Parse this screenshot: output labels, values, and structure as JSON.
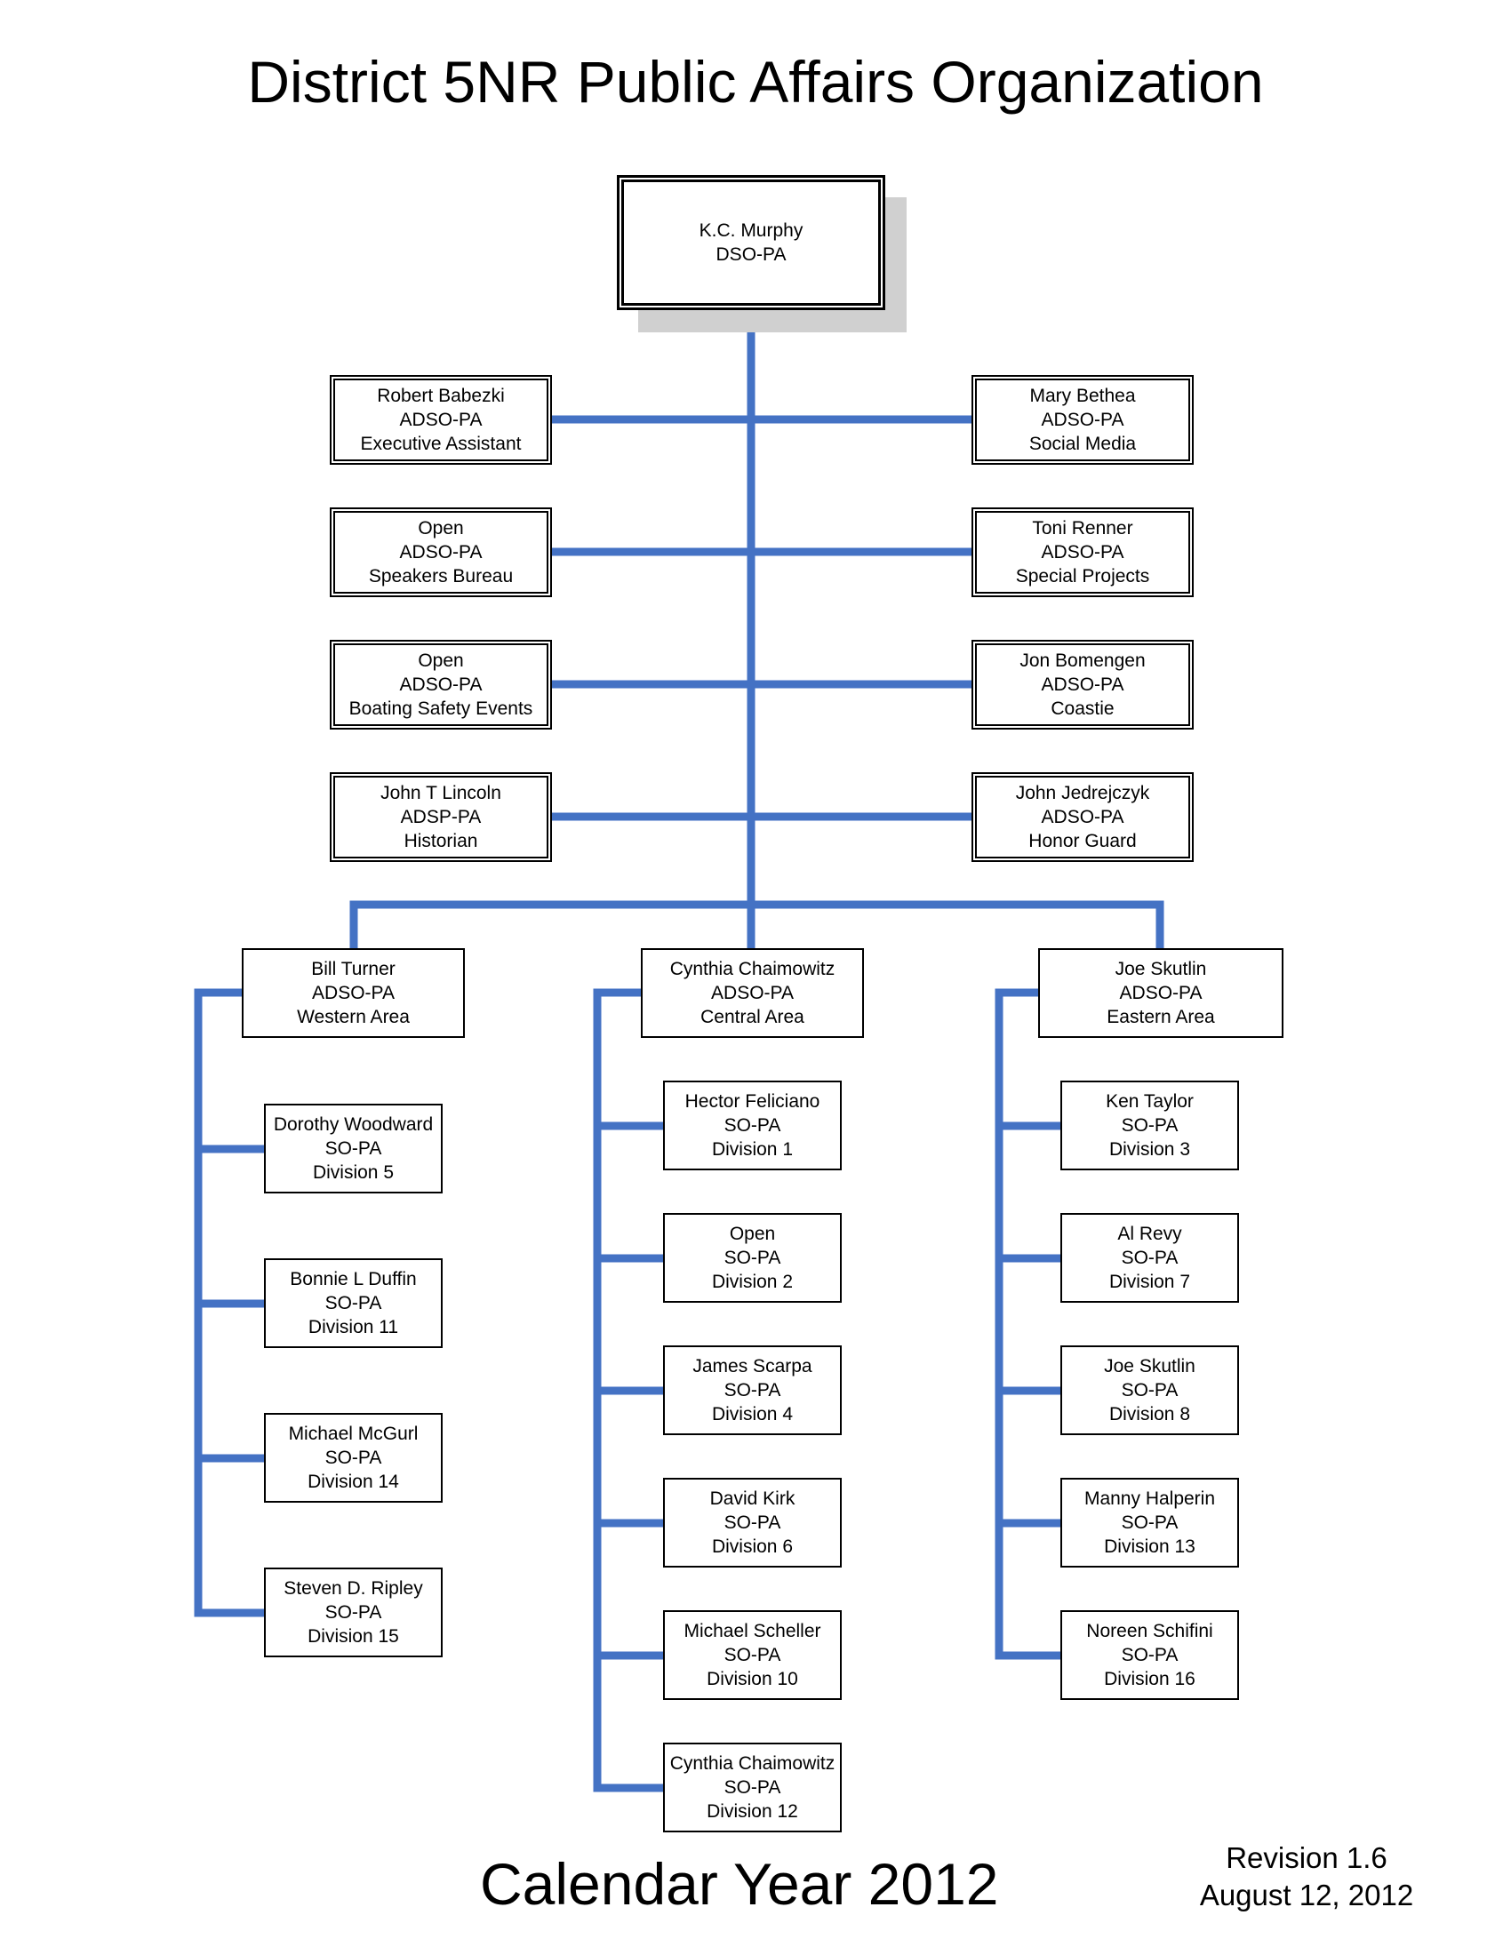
{
  "title": "District 5NR Public Affairs Organization",
  "colors": {
    "connector": "#4472C4",
    "box_border": "#000000",
    "shadow": "#d0d0d0"
  },
  "root": {
    "name": "K.C. Murphy",
    "role": "DSO-PA"
  },
  "staff_left": [
    {
      "name": "Robert Babezki",
      "role": "ADSO-PA",
      "detail": "Executive Assistant"
    },
    {
      "name": "Open",
      "role": "ADSO-PA",
      "detail": "Speakers Bureau"
    },
    {
      "name": "Open",
      "role": "ADSO-PA",
      "detail": "Boating Safety Events"
    },
    {
      "name": "John T Lincoln",
      "role": "ADSP-PA",
      "detail": "Historian"
    }
  ],
  "staff_right": [
    {
      "name": "Mary Bethea",
      "role": "ADSO-PA",
      "detail": "Social Media"
    },
    {
      "name": "Toni Renner",
      "role": "ADSO-PA",
      "detail": "Special Projects"
    },
    {
      "name": "Jon Bomengen",
      "role": "ADSO-PA",
      "detail": "Coastie"
    },
    {
      "name": "John Jedrejczyk",
      "role": "ADSO-PA",
      "detail": "Honor Guard"
    }
  ],
  "areas": [
    {
      "name": "Bill Turner",
      "role": "ADSO-PA",
      "detail": "Western Area",
      "divisions": [
        {
          "name": "Dorothy Woodward",
          "role": "SO-PA",
          "detail": "Division 5"
        },
        {
          "name": "Bonnie L Duffin",
          "role": "SO-PA",
          "detail": "Division 11"
        },
        {
          "name": "Michael McGurl",
          "role": "SO-PA",
          "detail": "Division 14"
        },
        {
          "name": "Steven D. Ripley",
          "role": "SO-PA",
          "detail": "Division 15"
        }
      ]
    },
    {
      "name": "Cynthia Chaimowitz",
      "role": "ADSO-PA",
      "detail": "Central Area",
      "divisions": [
        {
          "name": "Hector Feliciano",
          "role": "SO-PA",
          "detail": "Division 1"
        },
        {
          "name": "Open",
          "role": "SO-PA",
          "detail": "Division 2"
        },
        {
          "name": "James Scarpa",
          "role": "SO-PA",
          "detail": "Division 4"
        },
        {
          "name": "David Kirk",
          "role": "SO-PA",
          "detail": "Division 6"
        },
        {
          "name": "Michael Scheller",
          "role": "SO-PA",
          "detail": "Division 10"
        },
        {
          "name": "Cynthia Chaimowitz",
          "role": "SO-PA",
          "detail": "Division 12"
        }
      ]
    },
    {
      "name": "Joe Skutlin",
      "role": "ADSO-PA",
      "detail": "Eastern Area",
      "divisions": [
        {
          "name": "Ken Taylor",
          "role": "SO-PA",
          "detail": "Division 3"
        },
        {
          "name": "Al Revy",
          "role": "SO-PA",
          "detail": "Division 7"
        },
        {
          "name": "Joe Skutlin",
          "role": "SO-PA",
          "detail": "Division 8"
        },
        {
          "name": "Manny Halperin",
          "role": "SO-PA",
          "detail": "Division 13"
        },
        {
          "name": "Noreen Schifini",
          "role": "SO-PA",
          "detail": "Division 16"
        }
      ]
    }
  ],
  "footer": {
    "year_label": "Calendar Year 2012",
    "revision": "Revision 1.6",
    "date": "August 12, 2012"
  }
}
